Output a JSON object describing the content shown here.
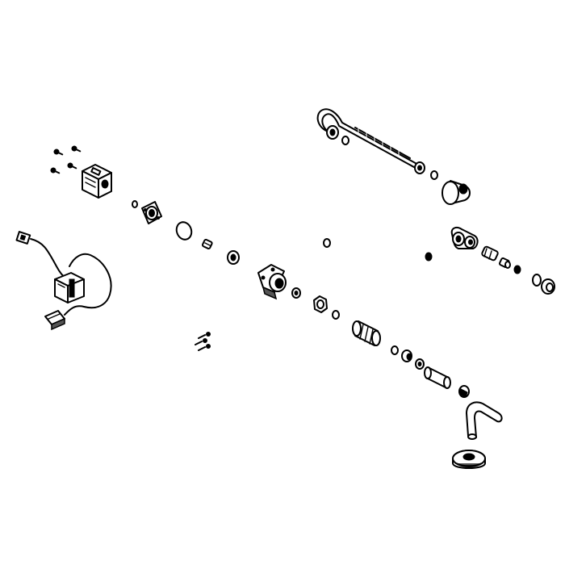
{
  "diagram": {
    "type": "exploded-parts-view",
    "style": "black line art on white",
    "labels": [],
    "parts": [
      "screw",
      "stepper-motor",
      "mounting-flange",
      "o-ring",
      "bushing",
      "washer",
      "wiring-harness",
      "connector-plug",
      "sensor-bracket",
      "screw-set",
      "hook-rod",
      "threaded-shaft",
      "knob",
      "valve-housing",
      "check-valve",
      "fitting",
      "hex-nut",
      "coupling",
      "spacer-sleeve",
      "bent-tube",
      "grommet"
    ]
  }
}
